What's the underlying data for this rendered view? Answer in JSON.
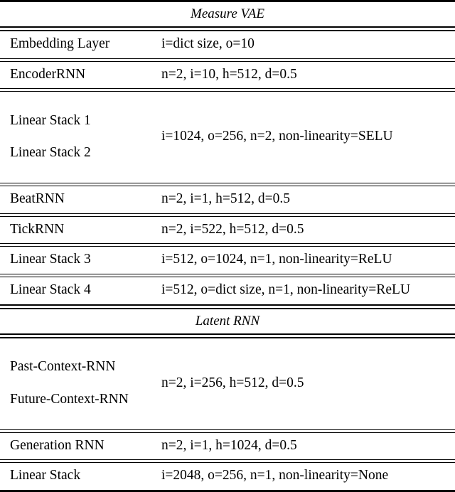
{
  "table": {
    "sections": [
      {
        "title": "Measure VAE",
        "rows": [
          {
            "label": "Embedding Layer",
            "value": "i=dict size, o=10"
          },
          {
            "label": "EncoderRNN",
            "value": "n=2, i=10, h=512, d=0.5"
          },
          {
            "label": "Linear Stack 1",
            "label2": "Linear Stack 2",
            "value": "i=1024, o=256, n=2, non-linearity=SELU"
          },
          {
            "label": "BeatRNN",
            "value": "n=2, i=1, h=512, d=0.5"
          },
          {
            "label": "TickRNN",
            "value": "n=2, i=522, h=512, d=0.5"
          },
          {
            "label": "Linear Stack 3",
            "value": "i=512, o=1024, n=1, non-linearity=ReLU"
          },
          {
            "label": "Linear Stack 4",
            "value": "i=512, o=dict size, n=1, non-linearity=ReLU"
          }
        ]
      },
      {
        "title": "Latent RNN",
        "rows": [
          {
            "label": "Past-Context-RNN",
            "label2": "Future-Context-RNN",
            "value": "n=2, i=256, h=512, d=0.5"
          },
          {
            "label": "Generation RNN",
            "value": "n=2, i=1, h=1024, d=0.5"
          },
          {
            "label": "Linear Stack",
            "value": "i=2048, o=256, n=1, non-linearity=None"
          }
        ]
      }
    ]
  }
}
